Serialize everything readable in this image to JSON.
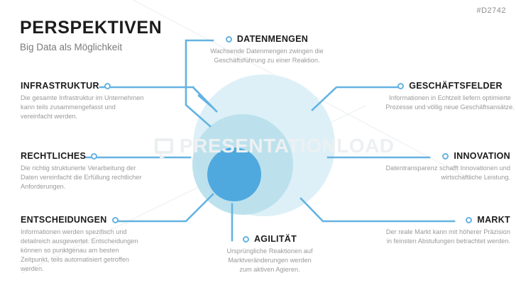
{
  "header": {
    "title": "PERSPEKTIVEN",
    "subtitle": "Big Data als Möglichkeit",
    "doc_id": "#D2742"
  },
  "watermark": {
    "text": "PRESENTATIONLOAD",
    "icon": "speech-bubble-icon"
  },
  "colors": {
    "accent_line": "#64b3e2",
    "circle_inner": "#4fa9df",
    "circle_middle": "#b8dfec",
    "circle_outer": "#ddf0f7",
    "title": "#1c1c1c",
    "body_text": "#9a9a9a",
    "subtitle": "#7a7a7a"
  },
  "callouts": [
    {
      "id": "datenmengen",
      "title": "DATENMENGEN",
      "body": "Wachsende Datenmengen zwingen die\nGeschäftsführung zu einer Reaktion.",
      "align": "center",
      "dot": "left"
    },
    {
      "id": "geschaeftsfelder",
      "title": "GESCHÄFTSFELDER",
      "body": "Informationen in Echtzeit liefern optimierte\nProzesse und völlig neue Geschäftsansätze.",
      "align": "center",
      "dot": "left"
    },
    {
      "id": "infrastruktur",
      "title": "INFRASTRUKTUR",
      "body": "Die gesamte Infrastruktur im Unternehmen\nkann teils zusammengefasst und\nvereinfacht werden.",
      "align": "left",
      "dot": "right"
    },
    {
      "id": "rechtliches",
      "title": "RECHTLICHES",
      "body": "Die richtig strukturierte Verarbeitung der\nDaten vereinfacht die Erfüllung rechtlicher\nAnforderungen.",
      "align": "left",
      "dot": "right"
    },
    {
      "id": "entscheidungen",
      "title": "ENTSCHEIDUNGEN",
      "body": "Informationen werden spezifisch und\ndetailreich ausgewertet. Entscheidungen\nkönnen so punktgenau am besten\nZeitpunkt, teils automatisiert getroffen\nwerden.",
      "align": "left",
      "dot": "right"
    },
    {
      "id": "innovation",
      "title": "INNOVATION",
      "body": "Datentransparenz schafft Innovationen und\nwirtschaftliche Leistung.",
      "align": "right",
      "dot": "left"
    },
    {
      "id": "markt",
      "title": "MARKT",
      "body": "Der reale Markt kann mit höherer Präzision\nin feinsten Abstufungen betrachtet werden.",
      "align": "right",
      "dot": "left"
    },
    {
      "id": "agilitaet",
      "title": "AGILITÄT",
      "body": "Ursprüngliche Reaktionen auf\nMarktveränderungen werden\nzum aktiven Agieren.",
      "align": "center",
      "dot": "left"
    }
  ],
  "diagram": {
    "type": "concentric-circles",
    "label": "big-data-perspectives-diagram"
  }
}
